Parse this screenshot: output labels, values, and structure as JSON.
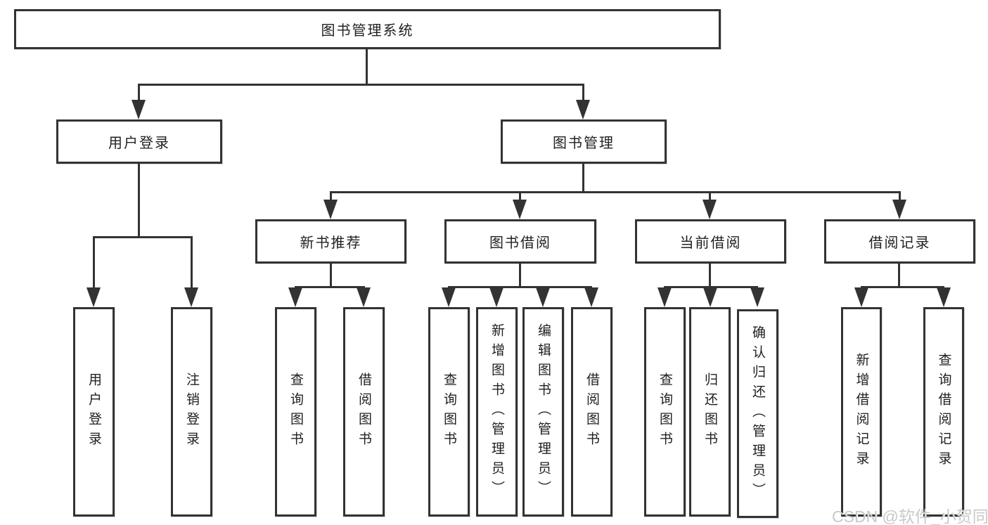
{
  "tree": {
    "label": "图书管理系统",
    "children": [
      {
        "label": "用户登录",
        "children": [
          {
            "label": "用户登录"
          },
          {
            "label": "注销登录"
          }
        ]
      },
      {
        "label": "图书管理",
        "children": [
          {
            "label": "新书推荐",
            "children": [
              {
                "label": "查询图书"
              },
              {
                "label": "借阅图书"
              }
            ]
          },
          {
            "label": "图书借阅",
            "children": [
              {
                "label": "查询图书"
              },
              {
                "label": "新增图书（管理员）"
              },
              {
                "label": "编辑图书（管理员）"
              },
              {
                "label": "借阅图书"
              }
            ]
          },
          {
            "label": "当前借阅",
            "children": [
              {
                "label": "查询图书"
              },
              {
                "label": "归还图书"
              },
              {
                "label": "确认归还（管理员）"
              }
            ]
          },
          {
            "label": "借阅记录",
            "children": [
              {
                "label": "新增借阅记录"
              },
              {
                "label": "查询借阅记录"
              }
            ]
          }
        ]
      }
    ]
  },
  "watermark": {
    "text": "CSDN @软件_小贺同学"
  },
  "colors": {
    "line": "#333333",
    "text": "#212121",
    "background": "#ffffff",
    "watermark": "#c9c9c9"
  }
}
